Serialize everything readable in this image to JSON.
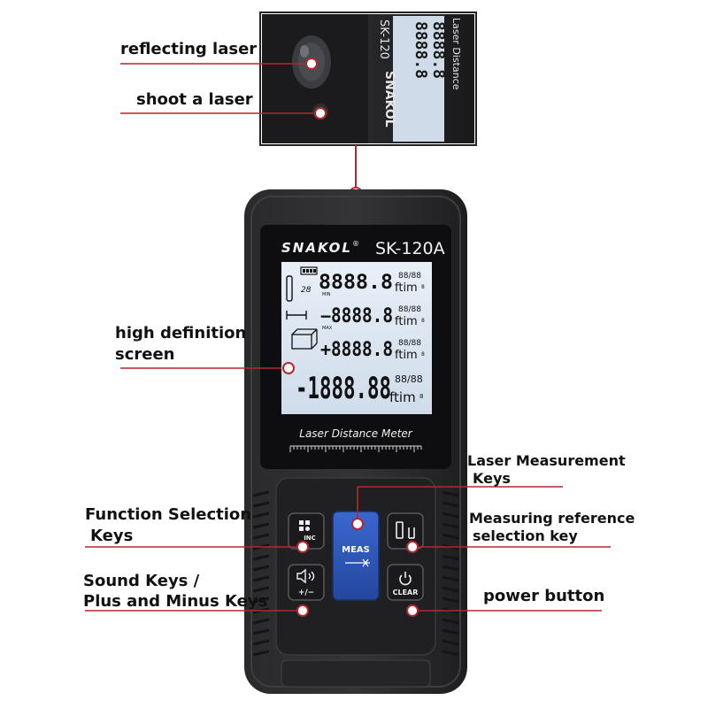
{
  "device": {
    "brand": "SNAKOL",
    "brand_mark": "®",
    "model": "SK-120A",
    "screen_caption": "Laser Distance Meter",
    "inset_model": "SK-120",
    "inset_caption": "Laser Distance"
  },
  "lcd": {
    "row1": "8888.8",
    "row2": "8888.8",
    "row3": "8888.8",
    "row4": "-1888.88",
    "fraction": "88/88",
    "unit": "ftim",
    "sup": "8",
    "row2_tag": "MIN",
    "row3_tag": "MAX",
    "count": "28"
  },
  "keys": {
    "meas": "MEAS",
    "inc": "INC",
    "plus_minus": "+/−",
    "clear": "CLEAR"
  },
  "labels": {
    "reflecting_laser": "reflecting laser",
    "shoot_laser": "shoot a laser",
    "hd_screen_1": "high definition",
    "hd_screen_2": "screen",
    "laser_meas_1": "Laser Measurement",
    "laser_meas_2": "Keys",
    "function_sel_1": "Function Selection",
    "function_sel_2": "Keys",
    "measuring_ref_1": "Measuring reference",
    "measuring_ref_2": "selection key",
    "sound_keys_1": "Sound Keys /",
    "sound_keys_2": "Plus and Minus Keys",
    "power_button": "power button"
  },
  "colors": {
    "callout_line": "#b5272e",
    "body_dark": "#1c1c1e",
    "lcd_bg": "#dfe8f3",
    "meas_key": "#2c55b8"
  }
}
